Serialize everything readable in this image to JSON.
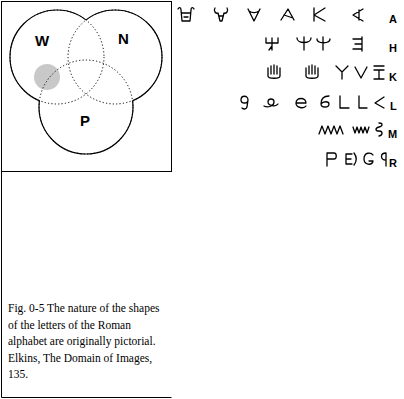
{
  "diagram": {
    "caption": "Fig. 0-5 The nature of the shapes of the letters of the Roman alphabet are originally pictorial. Elkins, The Domain of Images, 135.",
    "nodes": [
      {
        "text": [
          "W"
        ]
      },
      {
        "text": [
          "N"
        ]
      },
      {
        "text": [
          "P"
        ]
      }
    ],
    "labels": [
      "A",
      "H",
      "K",
      "L",
      "M",
      "R"
    ]
  }
}
